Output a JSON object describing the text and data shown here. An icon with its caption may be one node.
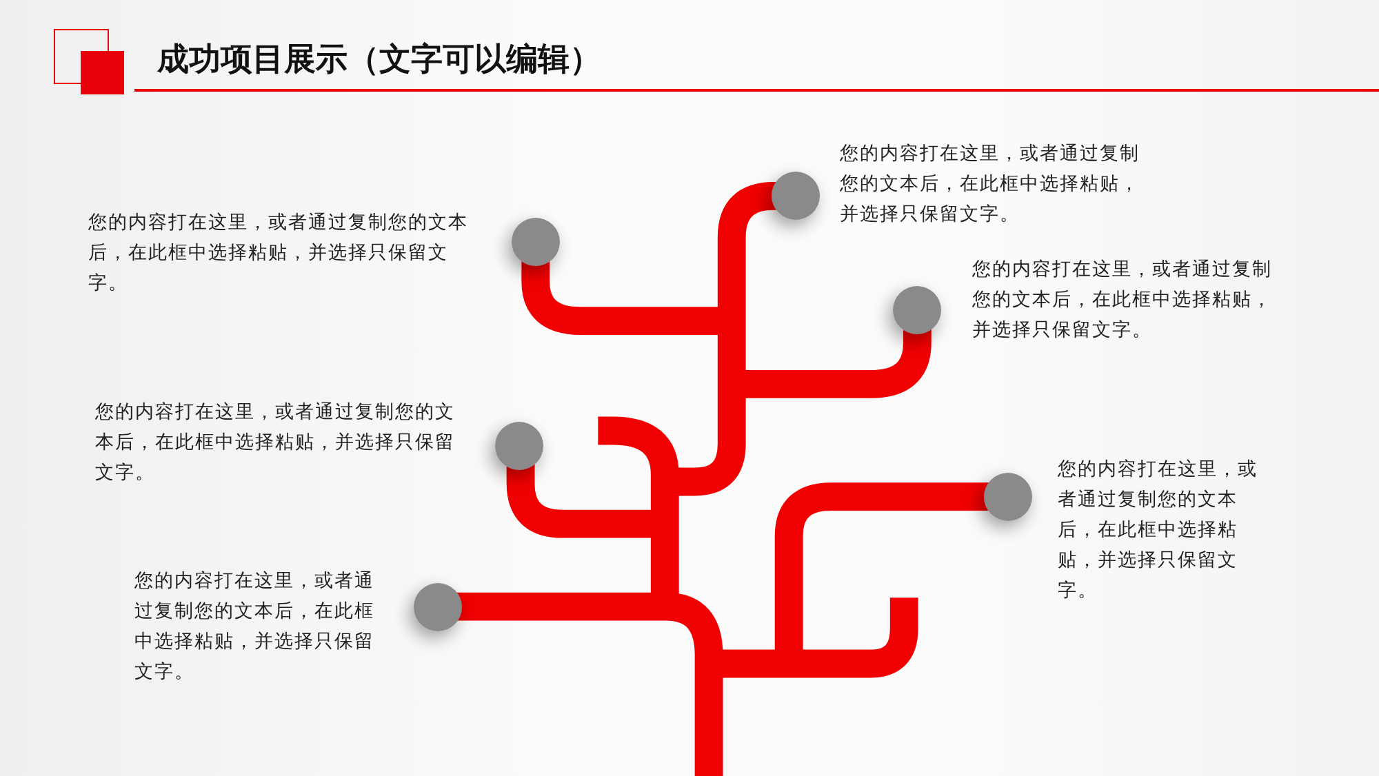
{
  "diagram": {
    "title": "成功项目展示（文字可以编辑）",
    "nodes": [
      {
        "text": [],
        "shape": "circle",
        "beside": [
          "您的内容打在这里，或者通过复制您的文本后，在此框中选择粘贴，并选择只保留文字。"
        ]
      },
      {
        "text": [],
        "shape": "circle",
        "beside": [
          "您的内容打在这里，或者通过复制您的文本后，在此框中选择粘贴，并选择只保留文字。"
        ]
      },
      {
        "text": [],
        "shape": "circle",
        "beside": [
          "您的内容打在这里，或者通过复制您的文本后，在此框中选择粘贴，并选择只保留文字。"
        ]
      },
      {
        "text": [],
        "shape": "circle",
        "beside": [
          "您的内容打在这里，或者通过复制您的文本后，在此框中选择粘贴，并选择只保留文字。"
        ]
      },
      {
        "text": [],
        "shape": "circle",
        "beside": [
          "您的内容打在这里，或者通过复制您的文本后，在此框中选择粘贴，并选择只保留文字。"
        ]
      },
      {
        "text": [],
        "shape": "circle",
        "beside": [
          "您的内容打在这里，或者通过复制您的文本后，在此框中选择粘贴，并选择只保留文字。"
        ]
      }
    ]
  }
}
